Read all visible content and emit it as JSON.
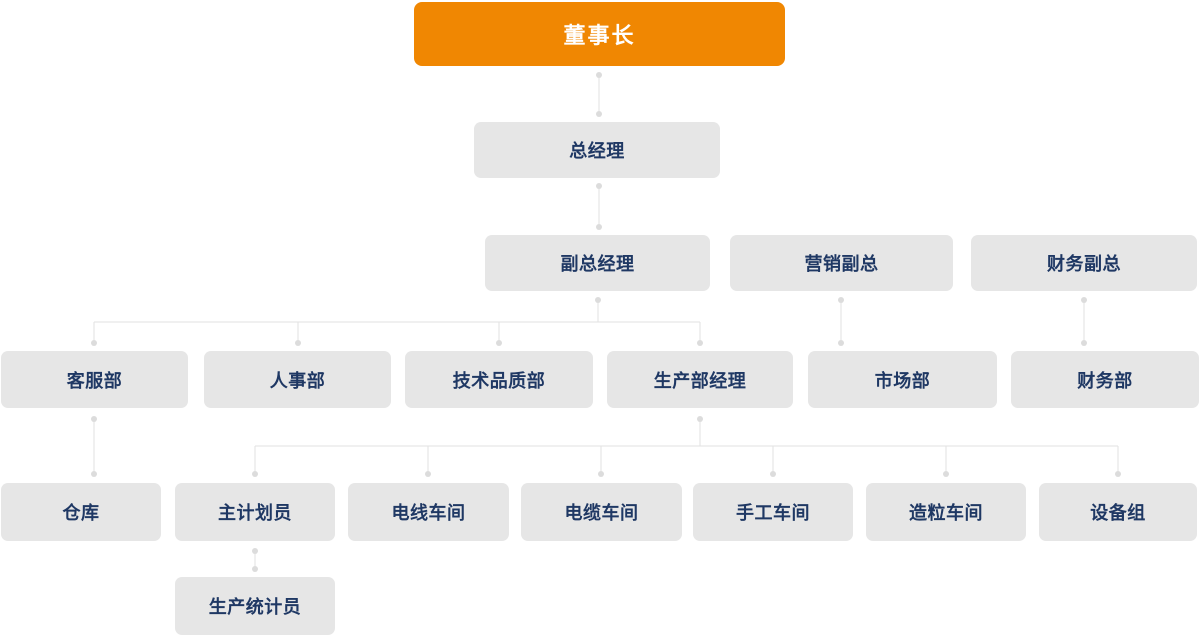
{
  "colors": {
    "background": "#ffffff",
    "root_box": "#F08702",
    "root_text": "#ffffff",
    "node_box": "#E6E6E6",
    "node_text": "#1F3864",
    "connector": "#E2E2E2",
    "connector_dot": "#DCDCDC"
  },
  "org_chart": {
    "nodes": {
      "chairman": "董事长",
      "general_manager": "总经理",
      "deputy_general_manager": "副总经理",
      "marketing_vp": "营销副总",
      "finance_vp": "财务副总",
      "customer_service_dept": "客服部",
      "hr_dept": "人事部",
      "tech_quality_dept": "技术品质部",
      "production_dept_manager": "生产部经理",
      "market_dept": "市场部",
      "finance_dept": "财务部",
      "warehouse": "仓库",
      "chief_planner": "主计划员",
      "wire_workshop": "电线车间",
      "cable_workshop": "电缆车间",
      "manual_workshop": "手工车间",
      "granulation_workshop": "造粒车间",
      "equipment_group": "设备组",
      "production_statistician": "生产统计员"
    },
    "edges": [
      [
        "chairman",
        "general_manager"
      ],
      [
        "general_manager",
        "deputy_general_manager"
      ],
      [
        "deputy_general_manager",
        "customer_service_dept"
      ],
      [
        "deputy_general_manager",
        "hr_dept"
      ],
      [
        "deputy_general_manager",
        "tech_quality_dept"
      ],
      [
        "deputy_general_manager",
        "production_dept_manager"
      ],
      [
        "marketing_vp",
        "market_dept"
      ],
      [
        "finance_vp",
        "finance_dept"
      ],
      [
        "customer_service_dept",
        "warehouse"
      ],
      [
        "production_dept_manager",
        "chief_planner"
      ],
      [
        "production_dept_manager",
        "wire_workshop"
      ],
      [
        "production_dept_manager",
        "cable_workshop"
      ],
      [
        "production_dept_manager",
        "manual_workshop"
      ],
      [
        "production_dept_manager",
        "granulation_workshop"
      ],
      [
        "production_dept_manager",
        "equipment_group"
      ],
      [
        "chief_planner",
        "production_statistician"
      ]
    ]
  }
}
